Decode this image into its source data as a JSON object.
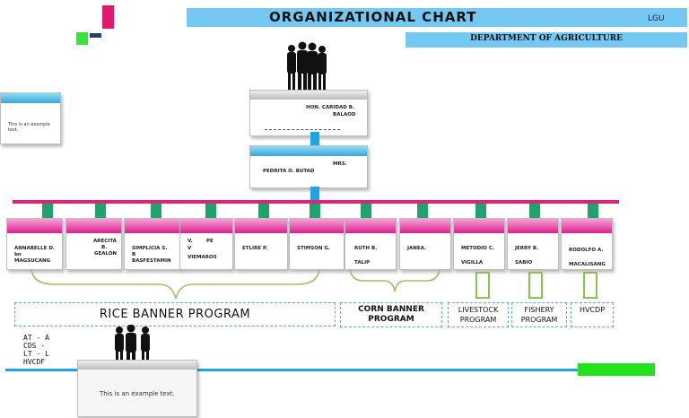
{
  "header": {
    "title": "ORGANIZATIONAL CHART",
    "lgu": "LGU",
    "department": "DEPARTMENT OF AGRICULTURE"
  },
  "top": {
    "mayor": {
      "name_line1": "HON. CARIDAD B.",
      "name_line2": "BALAOD"
    },
    "officer": {
      "prefix": "MRS.",
      "name": "PEDRITA O. BUTAD"
    }
  },
  "example_text": "This is an example text.",
  "staff": [
    {
      "line1": "ANNABELLE D.",
      "line2": "bn",
      "line3": "MAGSUCANG"
    },
    {
      "line1": "ARECITA",
      "line2": "B.",
      "line3": "GEALON"
    },
    {
      "line1": "SIMPLICIA S.",
      "line2": "B",
      "line3": "BASFESTAMIN"
    },
    {
      "line1": "V.        PE",
      "line2": "V",
      "line3": "VIEMAROS"
    },
    {
      "line1": "ETLIRE P.",
      "line2": "",
      "line3": ""
    },
    {
      "line1": "STIMSON G.",
      "line2": "",
      "line3": ""
    },
    {
      "line1": "RUTH B.",
      "line2": "",
      "line3": "TALIP"
    },
    {
      "line1": "JANEA.",
      "line2": "",
      "line3": ""
    },
    {
      "line1": "METODIO C.",
      "line2": "",
      "line3": "VIGILLA"
    },
    {
      "line1": "JERRY B.",
      "line2": "",
      "line3": "SABIO"
    },
    {
      "line1": "RODOLFO A.",
      "line2": "",
      "line3": "MACALISANG"
    }
  ],
  "programs": {
    "rice": "RICE BANNER PROGRAM",
    "corn": "CORN BANNER PROGRAM",
    "livestock": "LIVESTOCK PROGRAM",
    "fishery": "FISHERY PROGRAM",
    "hvcdp": "HVCDP"
  },
  "legend": [
    "AT - A",
    "CDS -",
    "LT - L",
    "HVCDF"
  ],
  "colors": {
    "accent_blue": "#75c8f2",
    "pink": "#e0237a",
    "green": "#1fa36a",
    "brace_green": "#9cc162"
  }
}
